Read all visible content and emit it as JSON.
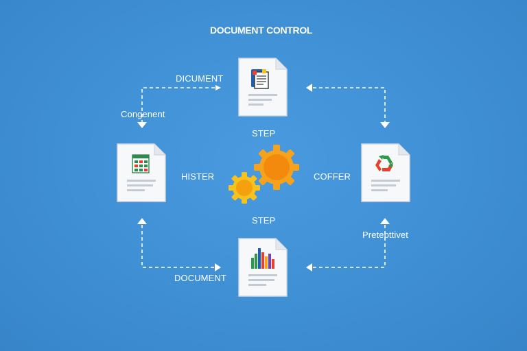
{
  "diagram": {
    "title": "DOCUMENT CONTROL",
    "labels": {
      "top_left": "DICUMENT",
      "left_top": "Congenent",
      "center_top": "STEP",
      "center_bottom": "STEP",
      "left_middle": "HISTER",
      "right_middle": "COFFER",
      "right_bottom": "Pretepttivet",
      "bottom_left": "DOCUMENT"
    },
    "documents": [
      {
        "position": "top",
        "icon": "document-stack-icon"
      },
      {
        "position": "left",
        "icon": "spreadsheet-icon"
      },
      {
        "position": "right",
        "icon": "recycle-icon"
      },
      {
        "position": "bottom",
        "icon": "bar-chart-icon"
      }
    ],
    "colors": {
      "background": "#3f8fd4",
      "gear": "#f7a21b",
      "gear_center": "#f38a0e",
      "paper": "#f7f8fa",
      "connector": "#ffffff"
    }
  }
}
